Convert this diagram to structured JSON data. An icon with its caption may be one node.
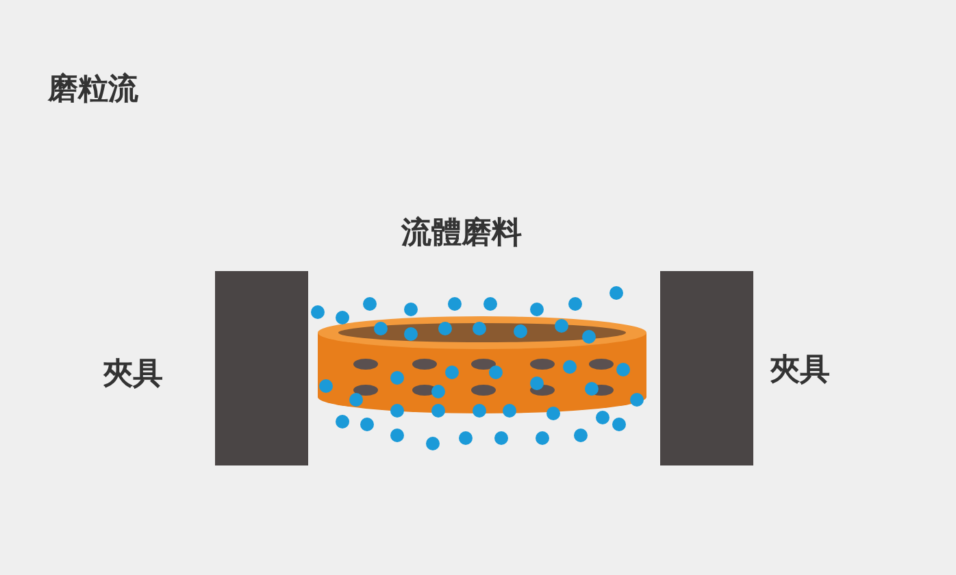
{
  "diagram": {
    "title": "磨粒流",
    "nodes": [
      {
        "text": [],
        "shape": "box",
        "beside": [
          "夾具"
        ]
      },
      {
        "text": [],
        "shape": "box",
        "beside": [
          "夾具"
        ]
      }
    ],
    "labels": [
      "流體磨料"
    ]
  }
}
